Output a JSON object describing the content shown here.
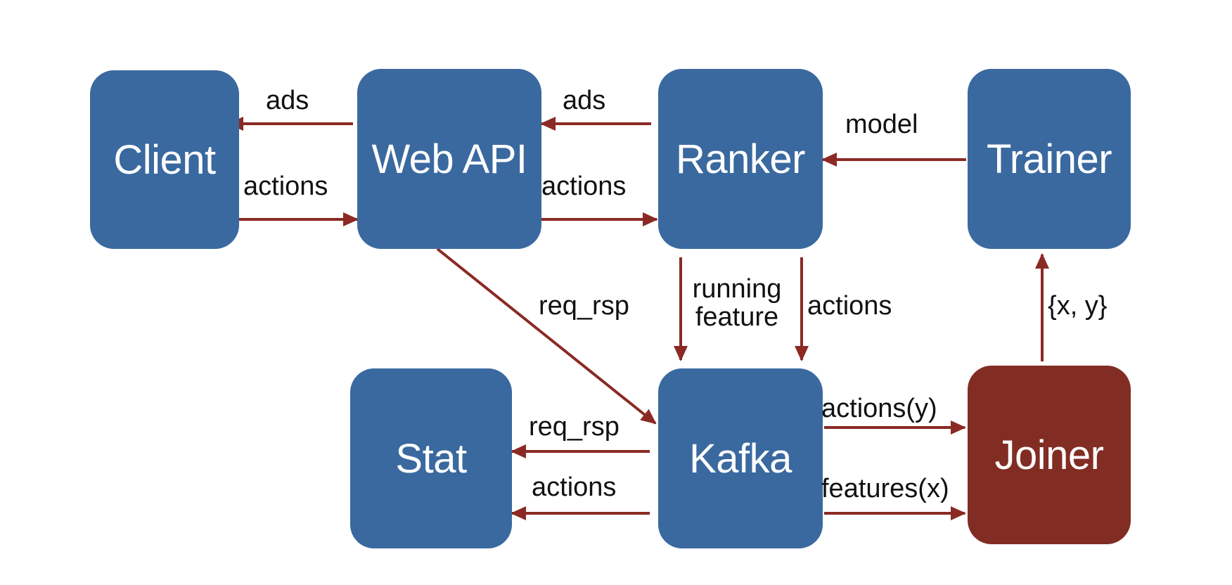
{
  "colors": {
    "node": "#3a69a0",
    "node_highlight": "#822d24",
    "arrow": "#8b2a24",
    "node_text": "#ffffff",
    "label_text": "#111111"
  },
  "nodes": {
    "client": "Client",
    "web_api": "Web API",
    "ranker": "Ranker",
    "trainer": "Trainer",
    "stat": "Stat",
    "kafka": "Kafka",
    "joiner": "Joiner"
  },
  "edges": {
    "webapi_to_client": "ads",
    "client_to_webapi": "actions",
    "ranker_to_webapi": "ads",
    "webapi_to_ranker": "actions",
    "trainer_to_ranker": "model",
    "webapi_to_kafka": "req_rsp",
    "ranker_to_kafka_feature_line1": "running",
    "ranker_to_kafka_feature_line2": "feature",
    "ranker_to_kafka_actions": "actions",
    "kafka_to_stat_reqrsp": "req_rsp",
    "kafka_to_stat_actions": "actions",
    "kafka_to_joiner_actions": "actions(y)",
    "kafka_to_joiner_features": "features(x)",
    "joiner_to_trainer": "{x, y}"
  }
}
